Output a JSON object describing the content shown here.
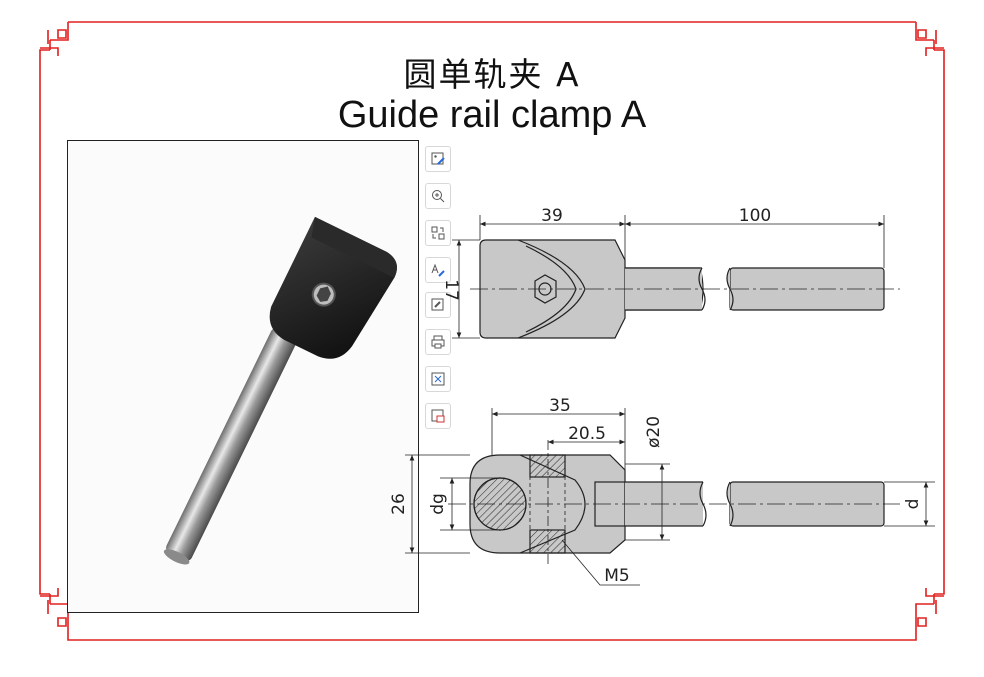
{
  "title": {
    "chinese": "圆单轨夹 A",
    "english": "Guide rail clamp A"
  },
  "colors": {
    "frame": "#e0201f",
    "line": "#222222",
    "fill": "#c8c8c8"
  },
  "toolbar": [
    {
      "icon": "edit-image-icon"
    },
    {
      "icon": "zoom-in-icon"
    },
    {
      "icon": "swap-icon"
    },
    {
      "icon": "text-edit-icon"
    },
    {
      "icon": "stamp-icon"
    },
    {
      "icon": "print-icon"
    },
    {
      "icon": "fit-screen-icon"
    },
    {
      "icon": "export-image-icon"
    }
  ],
  "drawing": {
    "top_view": {
      "dim_clamp_length": "39",
      "dim_rod_length": "100",
      "dim_height": "17"
    },
    "side_view": {
      "dim_total": "35",
      "dim_offset": "20.5",
      "dim_outer_dia": "ø20",
      "dim_height": "26",
      "dim_bore": "dg",
      "dim_rod": "d",
      "thread": "M5"
    }
  }
}
